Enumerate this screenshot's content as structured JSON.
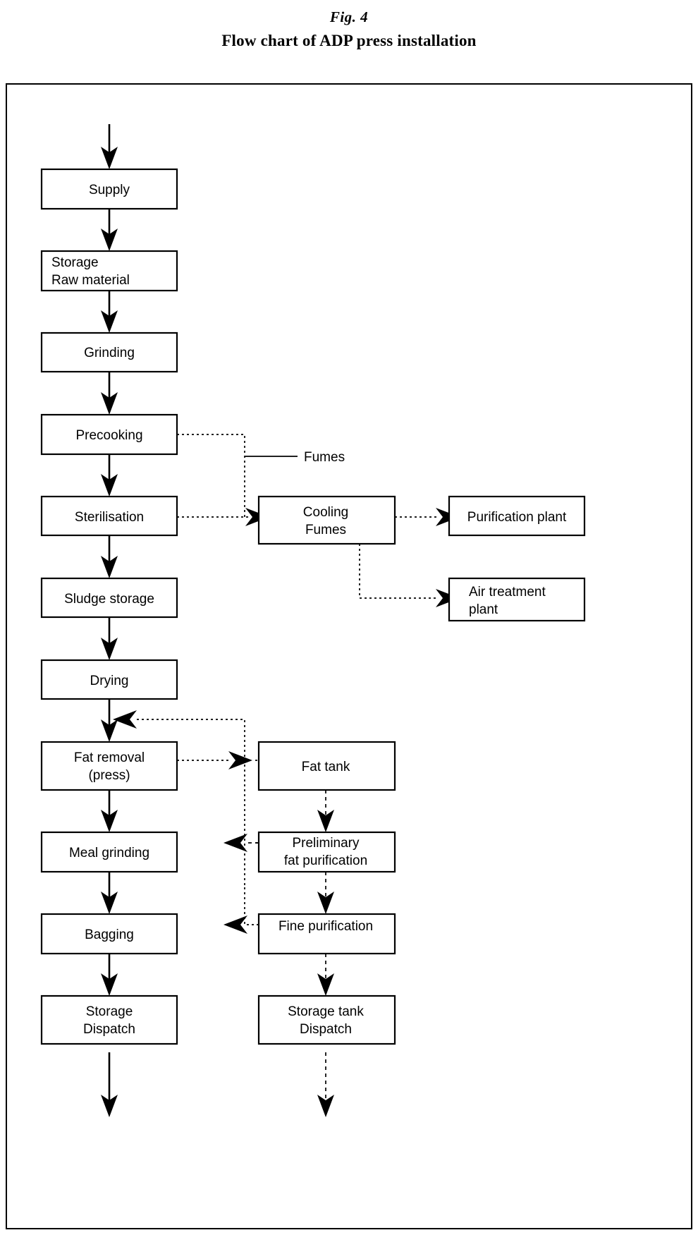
{
  "figure": {
    "label": "Fig. 4",
    "caption": "Flow chart of ADP press installation"
  },
  "chart_data": {
    "type": "diagram",
    "diagram_type": "flowchart",
    "title": "Flow chart of ADP press installation",
    "nodes": [
      {
        "id": "supply",
        "label": "Supply",
        "column": "left",
        "align": "center"
      },
      {
        "id": "storage_raw",
        "label": "Storage\nRaw material",
        "column": "left",
        "align": "left"
      },
      {
        "id": "grinding",
        "label": "Grinding",
        "column": "left",
        "align": "center"
      },
      {
        "id": "precooking",
        "label": "Precooking",
        "column": "left",
        "align": "center"
      },
      {
        "id": "sterilisation",
        "label": "Sterilisation",
        "column": "left",
        "align": "center"
      },
      {
        "id": "sludge_storage",
        "label": "Sludge storage",
        "column": "left",
        "align": "center"
      },
      {
        "id": "drying",
        "label": "Drying",
        "column": "left",
        "align": "center"
      },
      {
        "id": "fat_removal",
        "label": "Fat removal\n(press)",
        "column": "left",
        "align": "center"
      },
      {
        "id": "meal_grinding",
        "label": "Meal grinding",
        "column": "left",
        "align": "center"
      },
      {
        "id": "bagging",
        "label": "Bagging",
        "column": "left",
        "align": "center"
      },
      {
        "id": "storage_dispatch",
        "label": "Storage\nDispatch",
        "column": "left",
        "align": "center"
      },
      {
        "id": "cooling_fumes",
        "label": "Cooling\nFumes",
        "column": "middle",
        "align": "center"
      },
      {
        "id": "fat_tank",
        "label": "Fat tank",
        "column": "middle",
        "align": "center"
      },
      {
        "id": "prelim_fat_purification",
        "label": "Preliminary\nfat purification",
        "column": "middle",
        "align": "center"
      },
      {
        "id": "fine_purification",
        "label": "Fine purification",
        "column": "middle",
        "align": "center"
      },
      {
        "id": "storage_tank_dispatch",
        "label": "Storage tank\nDispatch",
        "column": "middle",
        "align": "center"
      },
      {
        "id": "purification_plant",
        "label": "Purification plant",
        "column": "right",
        "align": "center"
      },
      {
        "id": "air_treatment_plant",
        "label": "Air treatment\nplant",
        "column": "right",
        "align": "left"
      }
    ],
    "annotations": [
      {
        "id": "fumes_label",
        "label": "Fumes"
      }
    ],
    "edges": [
      {
        "from": "input",
        "to": "supply",
        "style": "solid"
      },
      {
        "from": "supply",
        "to": "storage_raw",
        "style": "solid"
      },
      {
        "from": "storage_raw",
        "to": "grinding",
        "style": "solid"
      },
      {
        "from": "grinding",
        "to": "precooking",
        "style": "solid"
      },
      {
        "from": "precooking",
        "to": "sterilisation",
        "style": "solid"
      },
      {
        "from": "sterilisation",
        "to": "sludge_storage",
        "style": "solid"
      },
      {
        "from": "sludge_storage",
        "to": "drying",
        "style": "solid"
      },
      {
        "from": "drying",
        "to": "fat_removal",
        "style": "solid"
      },
      {
        "from": "fat_removal",
        "to": "meal_grinding",
        "style": "solid"
      },
      {
        "from": "meal_grinding",
        "to": "bagging",
        "style": "solid"
      },
      {
        "from": "bagging",
        "to": "storage_dispatch",
        "style": "solid"
      },
      {
        "from": "storage_dispatch",
        "to": "output",
        "style": "solid"
      },
      {
        "from": "precooking",
        "to": "cooling_fumes",
        "style": "dotted"
      },
      {
        "from": "sterilisation",
        "to": "cooling_fumes",
        "style": "dotted"
      },
      {
        "from": "cooling_fumes",
        "to": "purification_plant",
        "style": "dotted"
      },
      {
        "from": "cooling_fumes",
        "to": "air_treatment_plant",
        "style": "dotted"
      },
      {
        "from": "fat_removal",
        "to": "fat_tank",
        "style": "dotted"
      },
      {
        "from": "fat_tank",
        "to": "prelim_fat_purification",
        "style": "dashed"
      },
      {
        "from": "prelim_fat_purification",
        "to": "fine_purification",
        "style": "dashed"
      },
      {
        "from": "fine_purification",
        "to": "storage_tank_dispatch",
        "style": "dashed"
      },
      {
        "from": "storage_tank_dispatch",
        "to": "output",
        "style": "dashed"
      },
      {
        "from": "prelim_fat_purification",
        "to": "drying_return",
        "style": "dashed"
      },
      {
        "from": "fine_purification",
        "to": "drying_return",
        "style": "dotted"
      }
    ]
  },
  "boxes": {
    "supply": "Supply",
    "storage_raw_l1": "Storage",
    "storage_raw_l2": "Raw material",
    "grinding": "Grinding",
    "precooking": "Precooking",
    "sterilisation": "Sterilisation",
    "sludge_storage": "Sludge storage",
    "drying": "Drying",
    "fat_removal_l1": "Fat removal",
    "fat_removal_l2": "(press)",
    "meal_grinding": "Meal grinding",
    "bagging": "Bagging",
    "storage_dispatch_l1": "Storage",
    "storage_dispatch_l2": "Dispatch",
    "cooling_l1": "Cooling",
    "cooling_l2": "Fumes",
    "fat_tank": "Fat tank",
    "prelim_l1": "Preliminary",
    "prelim_l2": "fat purification",
    "fine_purification": "Fine purification",
    "storage_tank_l1": "Storage tank",
    "storage_tank_l2": "Dispatch",
    "purification_plant": "Purification plant",
    "air_treatment_l1": "Air treatment",
    "air_treatment_l2": "plant"
  },
  "labels": {
    "fumes": "Fumes"
  },
  "colors": {
    "stroke": "#000000",
    "background": "#ffffff",
    "text": "#000000"
  }
}
